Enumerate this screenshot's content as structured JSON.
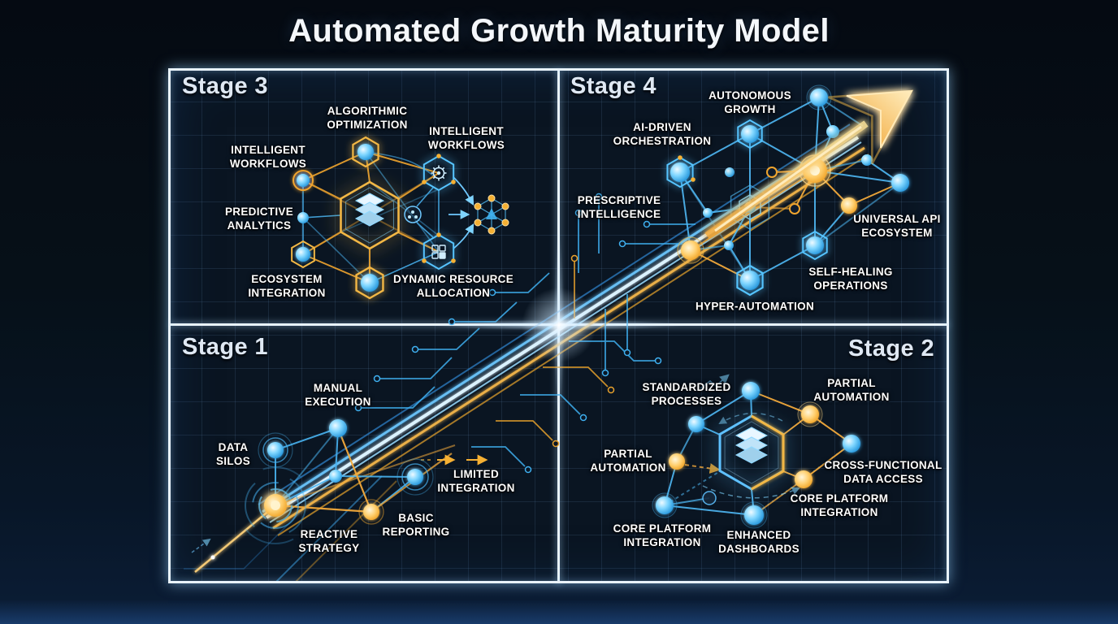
{
  "title": "Automated Growth Maturity Model",
  "stages": {
    "stage1": {
      "name": "Stage 1",
      "labels": [
        "MANUAL\nEXECUTION",
        "DATA\nSILOS",
        "LIMITED\nINTEGRATION",
        "BASIC\nREPORTING",
        "REACTIVE\nSTRATEGY"
      ]
    },
    "stage2": {
      "name": "Stage 2",
      "labels": [
        "STANDARDIZED\nPROCESSES",
        "PARTIAL\nAUTOMATION",
        "PARTIAL\nAUTOMATION",
        "CROSS-FUNCTIONAL\nDATA ACCESS",
        "CORE PLATFORM\nINTEGRATION",
        "CORE PLATFORM\nINTEGRATION",
        "ENHANCED\nDASHBOARDS"
      ]
    },
    "stage3": {
      "name": "Stage 3",
      "labels": [
        "ALGORITHMIC\nOPTIMIZATION",
        "INTELLIGENT\nWORKFLOWS",
        "INTELLIGENT\nWORKFLOWS",
        "PREDICTIVE\nANALYTICS",
        "ECOSYSTEM\nINTEGRATION",
        "DYNAMIC RESOURCE\nALLOCATION"
      ]
    },
    "stage4": {
      "name": "Stage 4",
      "labels": [
        "AUTONOMOUS\nGROWTH",
        "AI-DRIVEN\nORCHESTRATION",
        "PRESCRIPTIVE\nINTELLIGENCE",
        "UNIVERSAL API\nECOSYSTEM",
        "SELF-HEALING\nOPERATIONS",
        "HYPER-AUTOMATION"
      ]
    }
  },
  "icons": {
    "database_stack_icon": "stacked layers in hexagon",
    "gear_icon": "gear in hexagon",
    "puzzle_icon": "puzzle blocks in hexagon",
    "molecule_icon": "hexagonal node cluster",
    "growth_arrow_icon": "glowing diagonal growth arrow",
    "recycle_node_icon": "small circular process node",
    "circuit_band_icon": "diagonal circuit traces"
  },
  "colors": {
    "background": "#060c16",
    "panel": "#0a1522",
    "frame_border": "#e9f3fc",
    "grid_line": "#2a4a6a",
    "node_blue": "#45b7f7",
    "node_orange": "#f5a623",
    "edge_blue": "#49b4f2",
    "edge_orange": "#f2a93b",
    "arrow": "#f7b733",
    "label_text": "#ffffff"
  }
}
